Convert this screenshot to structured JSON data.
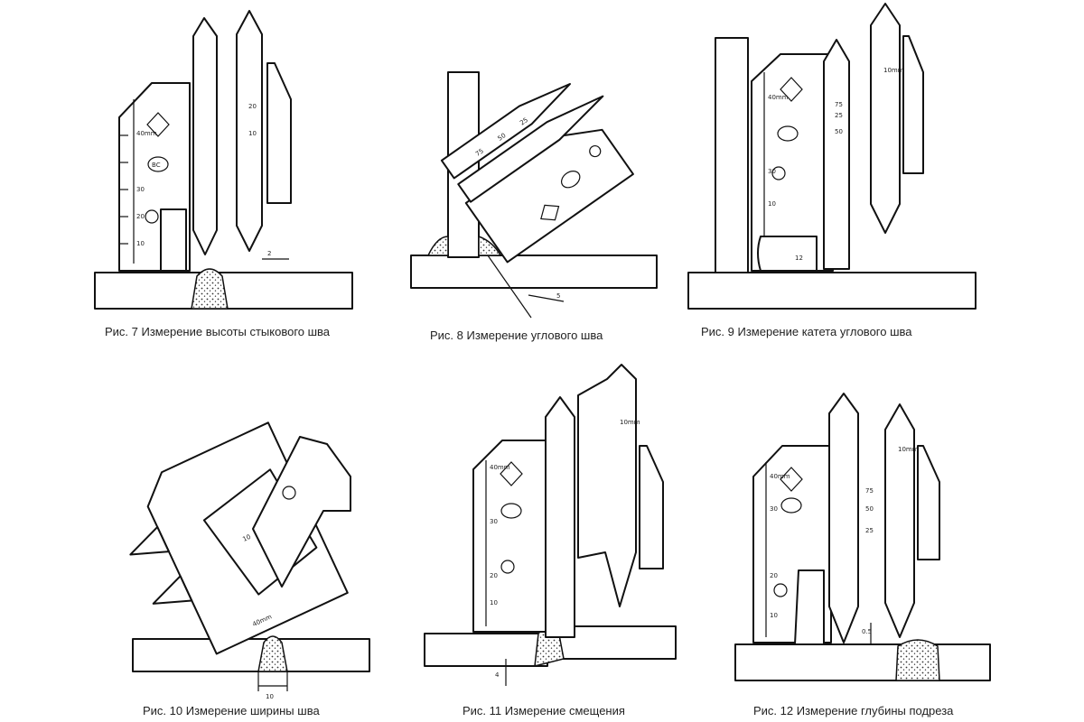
{
  "figures": [
    {
      "id": "fig7",
      "caption": "Рис. 7 Измерение высоты стыкового шва",
      "dim_label": "2"
    },
    {
      "id": "fig8",
      "caption": "Рис. 8 Измерение углового шва",
      "dim_label": "5"
    },
    {
      "id": "fig9",
      "caption": "Рис. 9 Измерение катета углового шва",
      "dim_label": "12"
    },
    {
      "id": "fig10",
      "caption": "Рис. 10 Измерение ширины шва",
      "dim_label": "10"
    },
    {
      "id": "fig11",
      "caption": "Рис. 11 Измерение смещения",
      "dim_label": "4"
    },
    {
      "id": "fig12",
      "caption": "Рис. 12 Измерение глубины подреза",
      "dim_label": "0.5"
    }
  ],
  "gauge_scale": {
    "left_ticks": [
      "10",
      "20",
      "30",
      "40mm"
    ],
    "mid_ticks": [
      "25",
      "50",
      "75"
    ],
    "right_ticks": [
      "10",
      "20",
      "10mm"
    ],
    "brand": "ВС"
  }
}
